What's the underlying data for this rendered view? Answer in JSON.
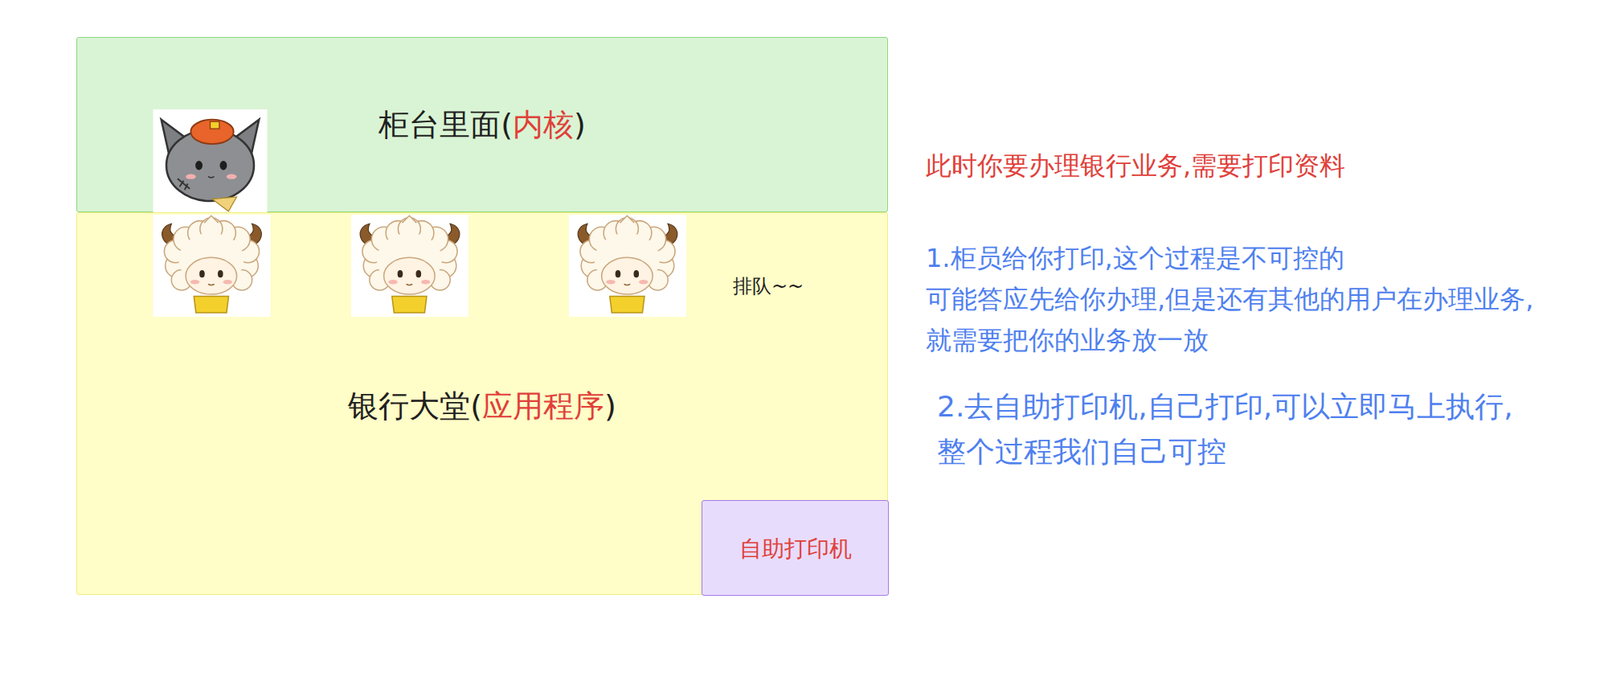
{
  "diagram": {
    "nodes": [
      {
        "text": [
          "柜台里面(内核)"
        ]
      },
      {
        "text": [
          "银行大堂(应用程序)"
        ]
      },
      {
        "text": [
          "自助打印机"
        ],
        "in": 1
      }
    ],
    "labels": [
      "排队~~",
      "此时你要办理银行业务,需要打印资料",
      "1.柜员给你打印,这个过程是不可控的 可能答应先给你办理,但是还有其他的用户在办理业务, 就需要把你的业务放一放",
      "2.去自助打印机,自己打印,可以立即马上执行, 整个过程我们自己可控"
    ]
  }
}
